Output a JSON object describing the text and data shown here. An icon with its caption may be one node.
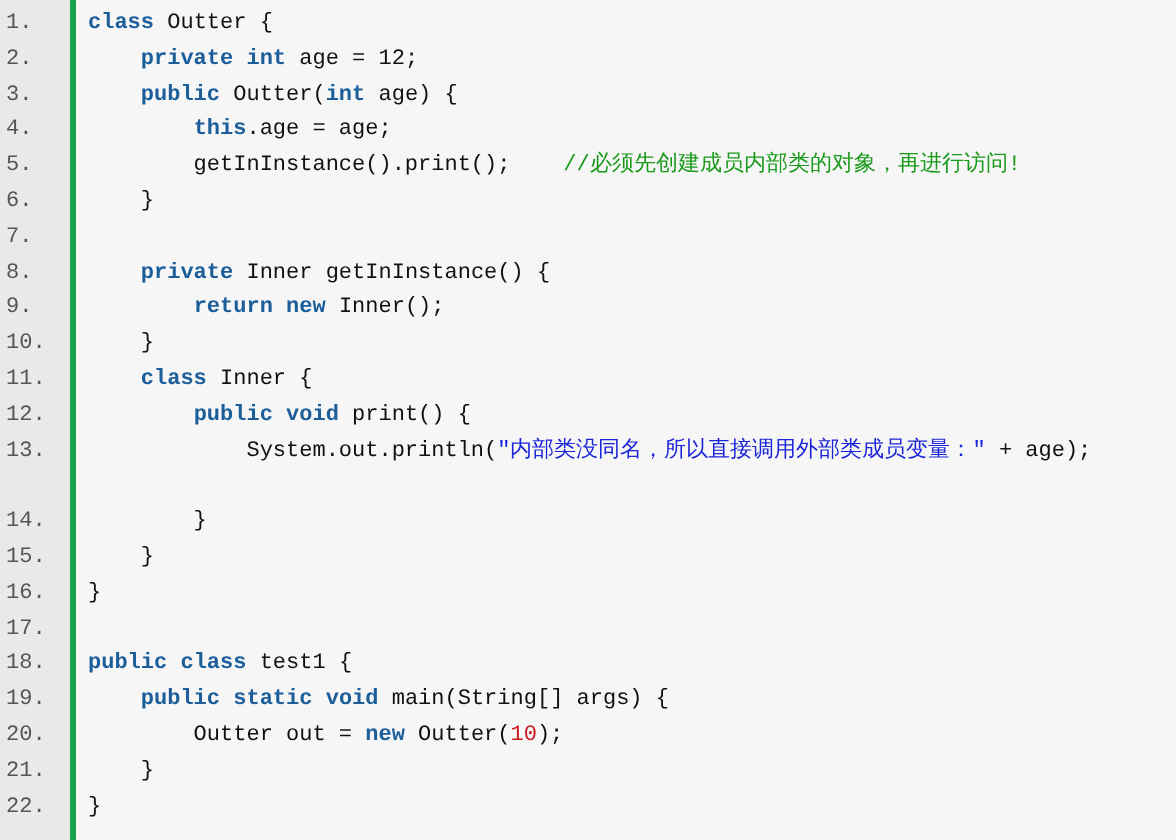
{
  "diagram": {
    "labels": [
      "1.",
      "**class** Outter {",
      "2.",
      "    **private** **int** age = 12;",
      "3.",
      "    **public** Outter(**int** age) {",
      "4.",
      "        **this**.age = age;",
      "5.",
      "        getInInstance().print();    //必须先创建成员内部类的对象，再进行访问!",
      "6.",
      "    }",
      "7.",
      "8.",
      "    **private** Inner getInInstance() {",
      "9.",
      "        **return** **new** Inner();",
      "10.",
      "    }",
      "11.",
      "    **class** Inner {",
      "12.",
      "        **public** **void** print() {",
      "13.",
      "            System.out.println(\"内部类没同名，所以直接调用外部类成员变量：\" + age);",
      "14.",
      "        }",
      "15.",
      "    }",
      "16.",
      "}",
      "17.",
      "18.",
      "**public** **class** test1 {",
      "19.",
      "    **public** **static** **void** main(String[] args) {",
      "20.",
      "        Outter out = **new** Outter(10);",
      "21.",
      "    }",
      "22.",
      "}"
    ]
  }
}
